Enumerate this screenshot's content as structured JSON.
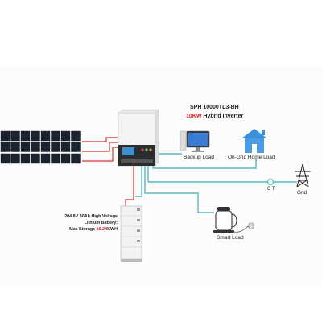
{
  "inverter": {
    "model": "SPH 10000TL3-BH",
    "power": "10KW",
    "type_suffix": " Hybrid Inverter"
  },
  "loads": {
    "backup": "Backup Load",
    "on_grid_home": "On-Grid Home Load",
    "smart": "Smart Load"
  },
  "grid": {
    "label": "Grid",
    "ct_label": "C T"
  },
  "battery": {
    "line1": "204.8V 50Ah High Voltage",
    "line2": "Lithium Battery;",
    "line3_prefix": "Max Storage ",
    "line3_value": "10.24",
    "line3_unit": "KWH"
  },
  "colors": {
    "dc_line": "#d9534f",
    "ac_line": "#5bb8c4",
    "accent_text": "#d81f1f",
    "house": "#3a8fd9",
    "panel": "#1c2330"
  }
}
